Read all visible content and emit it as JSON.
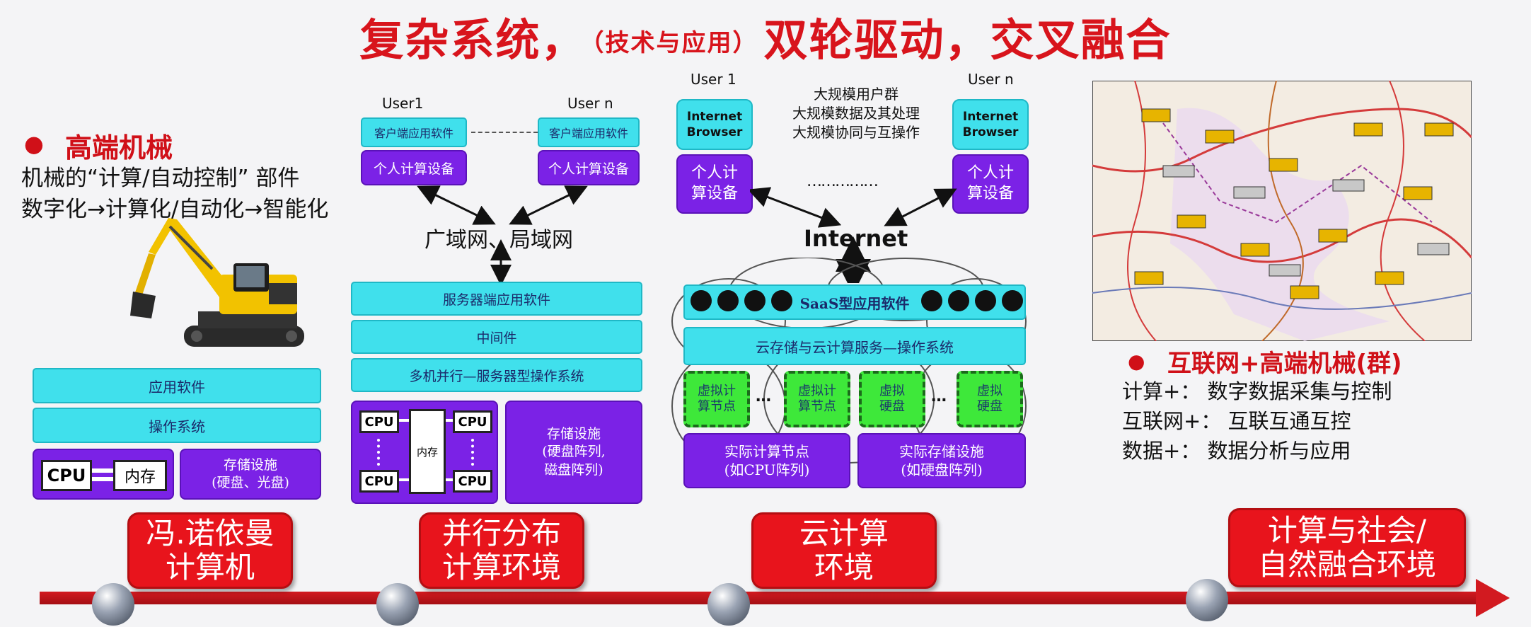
{
  "title": {
    "main_left": "复杂系统，",
    "main_sub": "（技术与应用）",
    "main_right": "双轮驱动，交叉融合"
  },
  "section1": {
    "bullet": "●",
    "heading": "高端机械",
    "line1": "机械的“计算/自动控制” 部件",
    "line2": "数字化→计算化/自动化→智能化",
    "app": "应用软件",
    "os": "操作系统",
    "cpu": "CPU",
    "mem": "内存",
    "storage": "存储设施\n(硬盘、光盘)"
  },
  "section2": {
    "user1": "User1",
    "usern": "User n",
    "client_sw_1": "客户端应用软件",
    "client_sw_n": "客户端应用软件",
    "device_1": "个人计算设备",
    "device_n": "个人计算设备",
    "network": "广域网、局域网",
    "server_sw": "服务器端应用软件",
    "middleware": "中间件",
    "server_os": "多机并行—服务器型操作系统",
    "cpu_label": "CPU",
    "mem": "内存",
    "storage": "存储设施\n(硬盘阵列,\n磁盘阵列)"
  },
  "section3": {
    "user1": "User 1",
    "usern": "User n",
    "browser_1": "Internet\nBrowser",
    "browser_n": "Internet\nBrowser",
    "device_1": "个人计\n算设备",
    "device_n": "个人计\n算设备",
    "desc_1": "大规模用户群",
    "desc_2": "大规模数据及其处理",
    "desc_3": "大规模协同与互操作",
    "dots": "……………",
    "internet": "Internet",
    "saas": "SaaS型应用软件",
    "cloud_os": "云存储与云计算服务—操作系统",
    "vnode_1": "虚拟计\n算节点",
    "vnode_2": "虚拟计\n算节点",
    "vdisk_1": "虚拟\n硬盘",
    "vdisk_2": "虚拟\n硬盘",
    "ellipsis": "…",
    "real_compute": "实际计算节点\n(如CPU阵列)",
    "real_storage": "实际存储设施\n(如硬盘阵列)"
  },
  "section4": {
    "bullet": "●",
    "heading": "互联网+高端机械(群)",
    "line1": "计算+：  数字数据采集与控制",
    "line2": "互联网+：  互联互通互控",
    "line3": "数据+：  数据分析与应用"
  },
  "timeline": {
    "stage1": "冯.诺依曼\n计算机",
    "stage2": "并行分布\n计算环境",
    "stage3": "云计算\n环境",
    "stage4": "计算与社会/\n自然融合环境"
  },
  "colors": {
    "red": "#e8141c",
    "cyan": "#40e0ec",
    "purple": "#7b22e6",
    "green": "#3ee83a"
  }
}
